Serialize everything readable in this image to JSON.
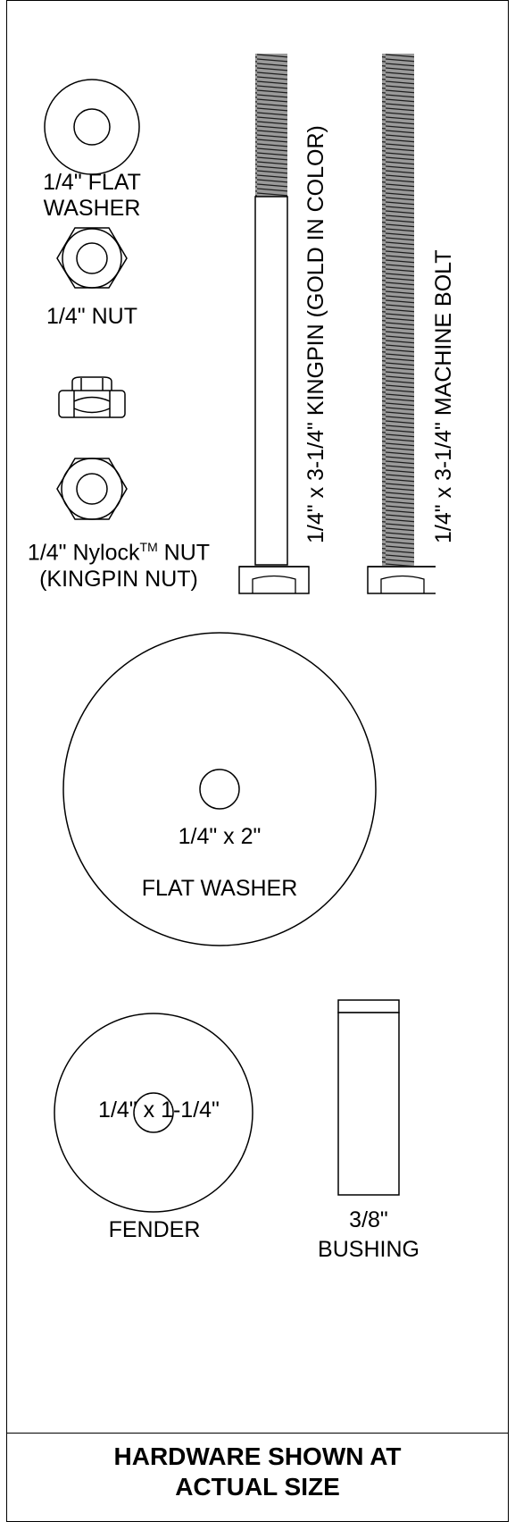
{
  "labels": {
    "flat_washer_small_1": "1/4\" FLAT",
    "flat_washer_small_2": "WASHER",
    "nut": "1/4\" NUT",
    "nylock_prefix": "1/4\" Nylock",
    "nylock_tm": "TM",
    "nylock_suffix": " NUT",
    "kingpin_nut": "(KINGPIN NUT)",
    "kingpin": "1/4\" x 3-1/4\" KINGPIN (GOLD IN COLOR)",
    "machine_bolt": "1/4\" x 3-1/4\" MACHINE BOLT",
    "large_washer_size": "1/4\" x 2\"",
    "large_washer_name": "FLAT WASHER",
    "fender_size": "1/4\" x 1-1/4\"",
    "fender_name": "FENDER",
    "bushing_size": "3/8\"",
    "bushing_name": "BUSHING"
  },
  "footer": {
    "line1": "HARDWARE SHOWN AT",
    "line2": "ACTUAL SIZE"
  }
}
